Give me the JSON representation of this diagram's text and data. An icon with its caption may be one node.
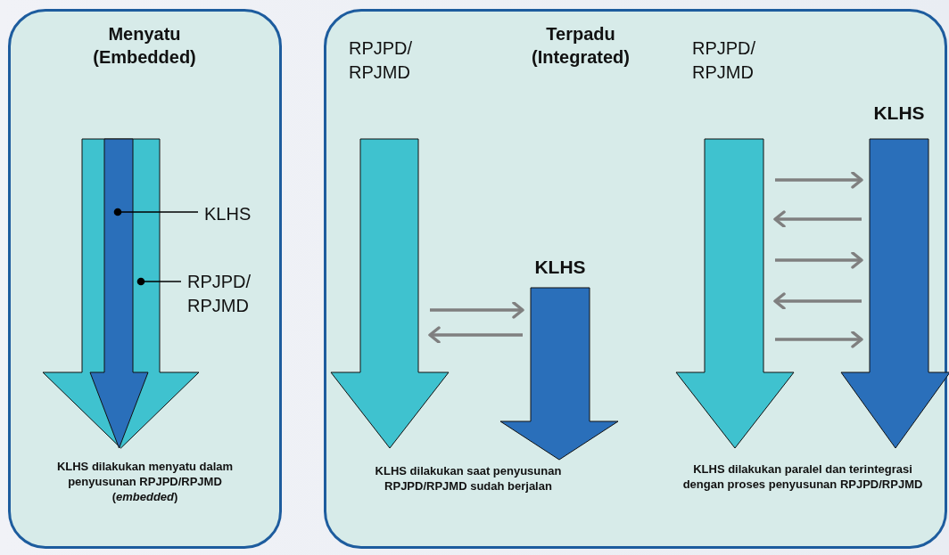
{
  "diagram": {
    "nodes": [
      {
        "text": [
          "Menyatu (Embedded)"
        ]
      },
      {
        "text": [],
        "shape": "arrow",
        "in": 0
      },
      {
        "text": [],
        "shape": "arrow",
        "in": 1
      },
      {
        "text": [
          "KLHS"
        ],
        "in": 0
      },
      {
        "text": [
          "RPJPD/ RPJMD"
        ],
        "in": 0
      },
      {
        "text": [
          "Terpadu (Integrated)"
        ]
      },
      {
        "text": [
          "RPJPD/ RPJMD"
        ],
        "in": 5
      },
      {
        "text": [
          "KLHS"
        ],
        "in": 5
      },
      {
        "text": [
          "RPJPD/ RPJMD"
        ],
        "in": 5
      },
      {
        "text": [
          "KLHS"
        ],
        "in": 5
      }
    ],
    "edges": [
      {
        "from": 3,
        "to": 2,
        "arrow": "other",
        "color": "#000000"
      },
      {
        "from": 4,
        "to": 1,
        "arrow": "other",
        "color": "#000000"
      },
      {
        "from": 6,
        "to": 7,
        "arrow": "to"
      },
      {
        "from": 7,
        "to": 6,
        "arrow": "to"
      },
      {
        "from": 8,
        "to": 9,
        "arrow": "to"
      },
      {
        "from": 9,
        "to": 8,
        "arrow": "to"
      },
      {
        "from": 8,
        "to": 9,
        "arrow": "to"
      },
      {
        "from": 9,
        "to": 8,
        "arrow": "to"
      },
      {
        "from": 8,
        "to": 9,
        "arrow": "to"
      }
    ],
    "labels": [
      "KLHS dilakukan menyatu dalam penyusunan RPJPD/RPJMD (*embedded*)",
      "KLHS dilakukan saat penyusunan RPJPD/RPJMD sudah berjalan",
      "KLHS dilakukan paralel dan terintegrasi dengan proses penyusunan RPJPD/RPJMD"
    ]
  }
}
